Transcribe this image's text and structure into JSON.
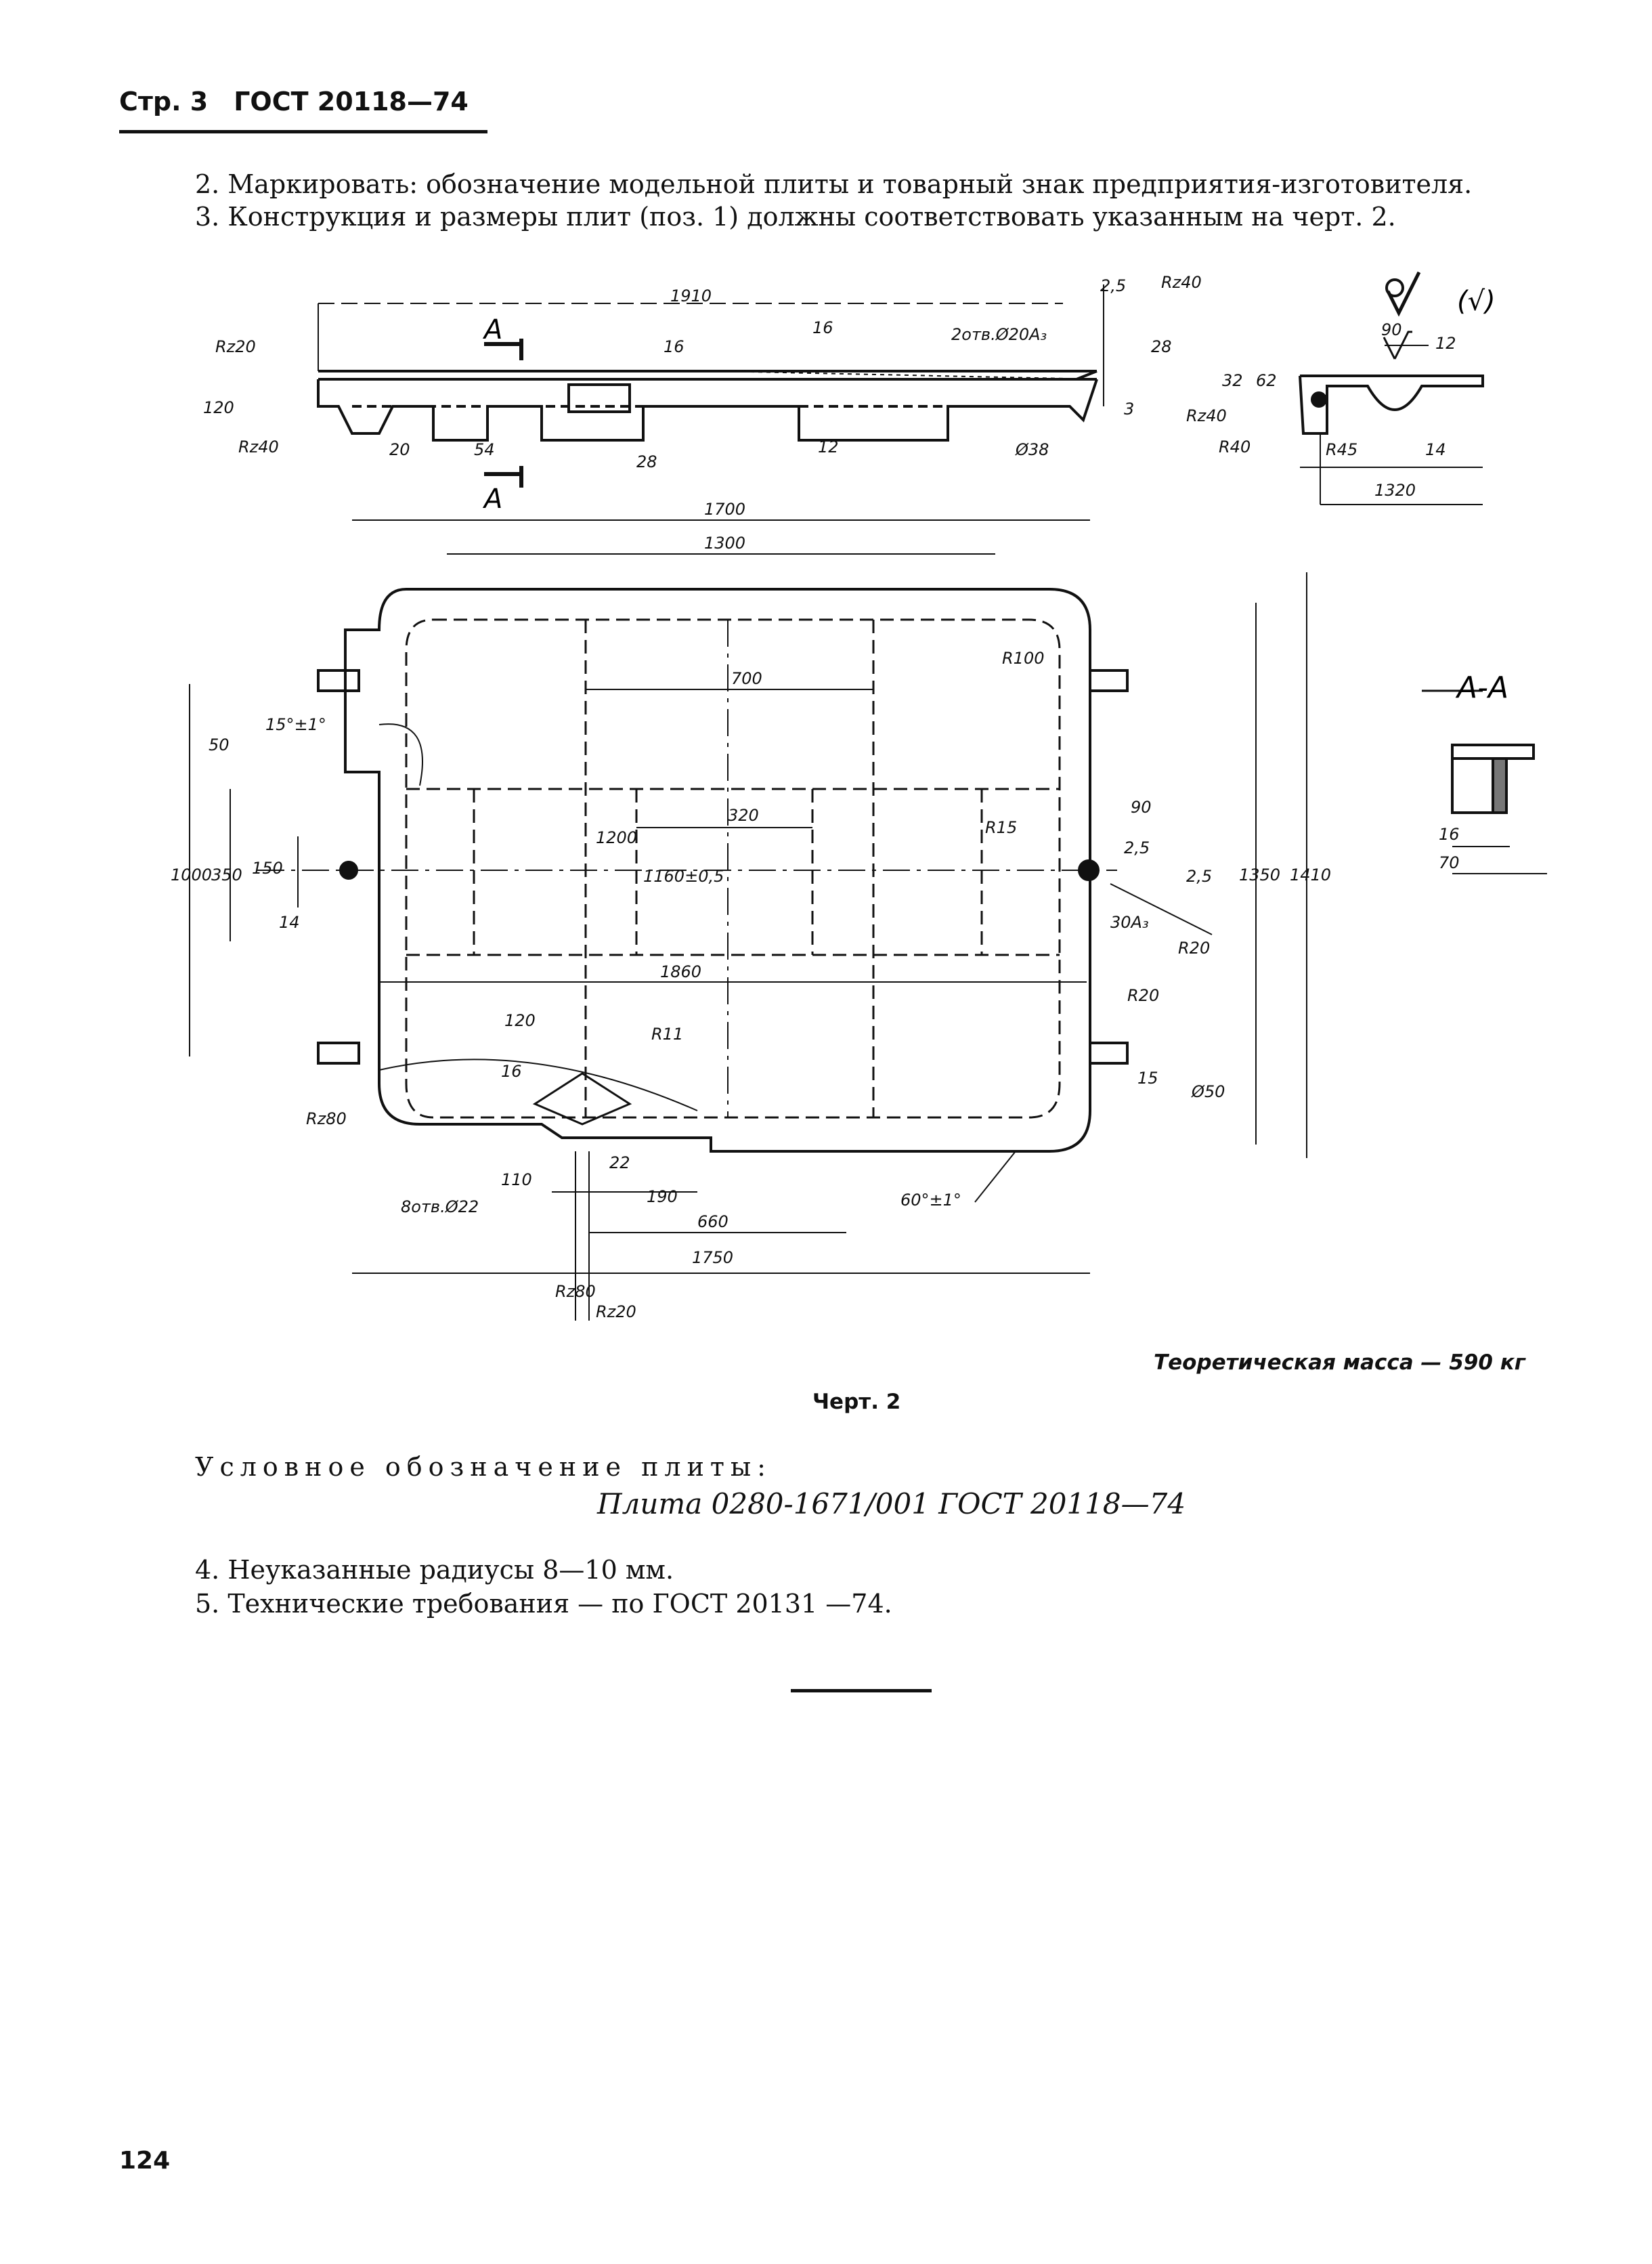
{
  "header": {
    "page": "Стр. 3",
    "standard": "ГОСТ 20118—74"
  },
  "items_top": [
    "2. Маркировать: обозначение модельной плиты и товарный знак предприятия-изготовителя.",
    "3. Конструкция и размеры плит (поз. 1) должны соответствовать указанным на черт. 2."
  ],
  "drawing": {
    "roughness_mark": "(√)",
    "section_label": "А-А",
    "section_cut": "А",
    "labels": {
      "d1910": "1910",
      "d16a": "16",
      "d16b": "16",
      "d2otv": "2отв.Ø20A₃",
      "d25": "2,5",
      "rz40a": "Rz40",
      "d28": "28",
      "d3": "3",
      "rz40b": "Rz40",
      "d32": "32",
      "d62": "62",
      "d90": "90",
      "d12": "12",
      "rz20": "Rz20",
      "d120": "120",
      "rz40c": "Rz40",
      "d20": "20",
      "d54": "54",
      "d28b": "28",
      "d12b": "12",
      "d38": "Ø38",
      "r40": "R40",
      "r45": "R45",
      "d14": "14",
      "d1320": "1320",
      "d1700": "1700",
      "d1300": "1300",
      "r100": "R100",
      "d700": "700",
      "d15deg": "15°±1°",
      "d50": "50",
      "d1000": "1000",
      "d350": "350",
      "d150": "150",
      "d14b": "14",
      "d1200": "1200",
      "d320": "320",
      "d1160": "1160±0,5",
      "r15": "R15",
      "d90b": "90",
      "d25b": "2,5",
      "d25c": "2,5",
      "d30a": "30A₃",
      "r20a": "R20",
      "d1350": "1350",
      "d1410": "1410",
      "d1860": "1860",
      "r20b": "R20",
      "d120b": "120",
      "r11": "R11",
      "d16c": "16",
      "d15": "15",
      "d50b": "Ø50",
      "rz80": "Rz80",
      "d8otv": "8отв.Ø22",
      "d110": "110",
      "d22": "22",
      "d190": "190",
      "d660": "660",
      "d60deg": "60°±1°",
      "d1750": "1750",
      "rz80b": "Rz80",
      "rz20b": "Rz20",
      "sec16": "16",
      "sec70": "70"
    }
  },
  "mass": "Теоретическая масса — 590 кг",
  "figure": "Черт. 2",
  "designation_label": "Условное обозначение плиты:",
  "designation": "Плита 0280-1671/001 ГОСТ 20118—74",
  "items_bottom": [
    "4. Неуказанные радиусы 8—10 мм.",
    "5. Технические требования — по ГОСТ 20131 —74."
  ],
  "page_number": "124"
}
